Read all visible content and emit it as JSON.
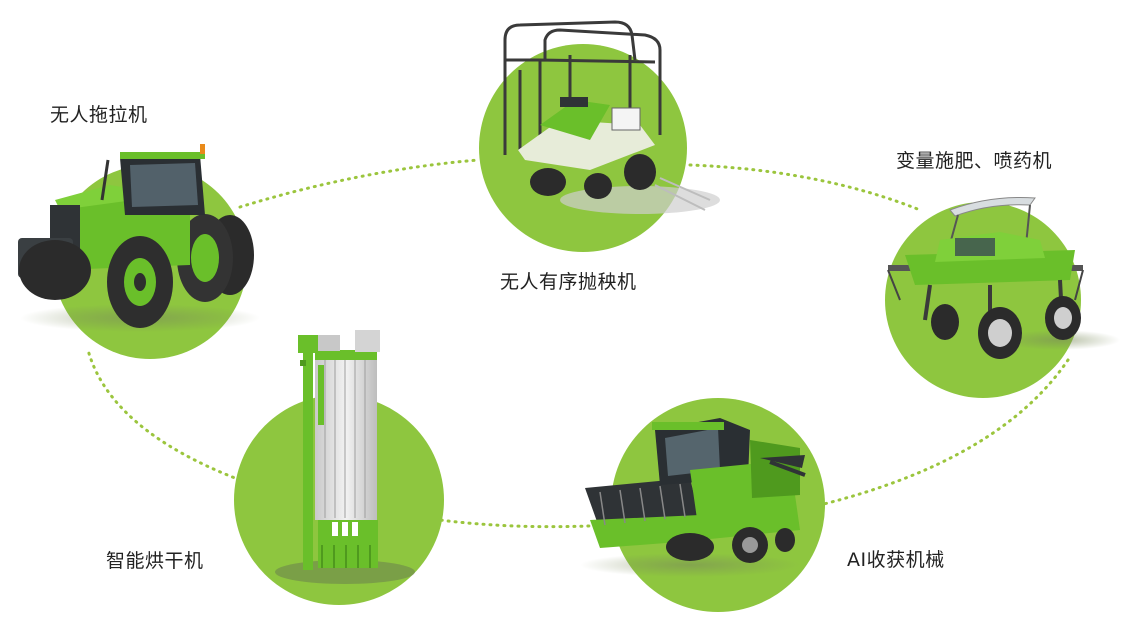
{
  "colors": {
    "accent_green": "#8ec63f",
    "dotted_line": "#9bc53d",
    "machine_green": "#6abf2a",
    "machine_dark": "#2f3336",
    "label_text": "#222222"
  },
  "nodes": [
    {
      "id": "tractor",
      "label": "无人拖拉机",
      "icon": "tractor-icon"
    },
    {
      "id": "transplanter",
      "label": "无人有序抛秧机",
      "icon": "rice-transplanter-icon"
    },
    {
      "id": "sprayer",
      "label": "变量施肥、喷药机",
      "icon": "sprayer-icon"
    },
    {
      "id": "harvester",
      "label": "AI收获机械",
      "icon": "combine-harvester-icon"
    },
    {
      "id": "dryer",
      "label": "智能烘干机",
      "icon": "grain-dryer-icon"
    }
  ]
}
